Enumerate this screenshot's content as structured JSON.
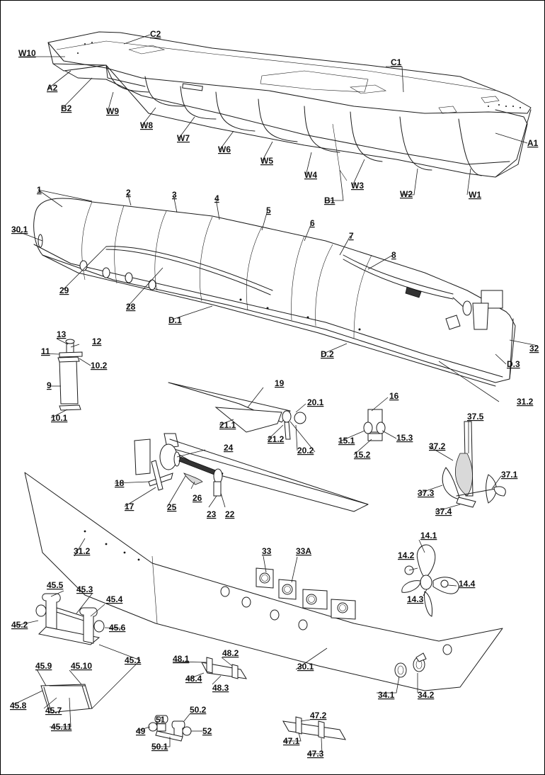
{
  "sheet": {
    "border_color": "#000000",
    "background": "#ffffff"
  },
  "labels": {
    "C2": "C2",
    "C1": "C1",
    "W10": "W10",
    "A2": "A2",
    "B2": "B2",
    "W9": "W9",
    "W8": "W8",
    "W7": "W7",
    "W6": "W6",
    "W5": "W5",
    "W4": "W4",
    "B1": "B1",
    "W3": "W3",
    "W2": "W2",
    "W1": "W1",
    "A1": "A1",
    "n1": "1",
    "n2": "2",
    "n3": "3",
    "n4": "4",
    "n5": "5",
    "n6": "6",
    "n7": "7",
    "n8": "8",
    "n30_1": "30.1",
    "n29": "29",
    "n28": "28",
    "D1": "D.1",
    "D2": "D.2",
    "n32": "32",
    "D3": "D.3",
    "n31_2a": "31.2",
    "n13": "13",
    "n12": "12",
    "n11": "11",
    "n10_2": "10.2",
    "n9": "9",
    "n10_1": "10.1",
    "n19": "19",
    "n20_1": "20.1",
    "n21_1": "21.1",
    "n21_2": "21.2",
    "n20_2": "20.2",
    "n16": "16",
    "n15_1": "15.1",
    "n15_3": "15.3",
    "n15_2": "15.2",
    "n37_5": "37.5",
    "n37_2": "37.2",
    "n37_1": "37.1",
    "n37_3": "37.3",
    "n37_4": "37.4",
    "n24": "24",
    "n18": "18",
    "n17": "17",
    "n25": "25",
    "n26": "26",
    "n23": "23",
    "n22": "22",
    "n31_2b": "31.2",
    "n33": "33",
    "n33A": "33A",
    "n14_1": "14.1",
    "n14_2": "14.2",
    "n14_3": "14.3",
    "n14_4": "14.4",
    "n45_5": "45.5",
    "n45_3": "45.3",
    "n45_4": "45.4",
    "n45_2": "45.2",
    "n45_6": "45.6",
    "n45_1": "45.1",
    "n45_9": "45.9",
    "n45_10": "45.10",
    "n45_8": "45.8",
    "n45_7": "45.7",
    "n45_11": "45.11",
    "n48_1": "48.1",
    "n48_2": "48.2",
    "n48_4": "48.4",
    "n48_3": "48.3",
    "n30_1b": "30.1",
    "n34_1": "34.1",
    "n34_2": "34.2",
    "n51": "51",
    "n50_2": "50.2",
    "n49": "49",
    "n52": "52",
    "n50_1": "50.1",
    "n47_2": "47.2",
    "n47_1": "47.1",
    "n47_3": "47.3"
  }
}
